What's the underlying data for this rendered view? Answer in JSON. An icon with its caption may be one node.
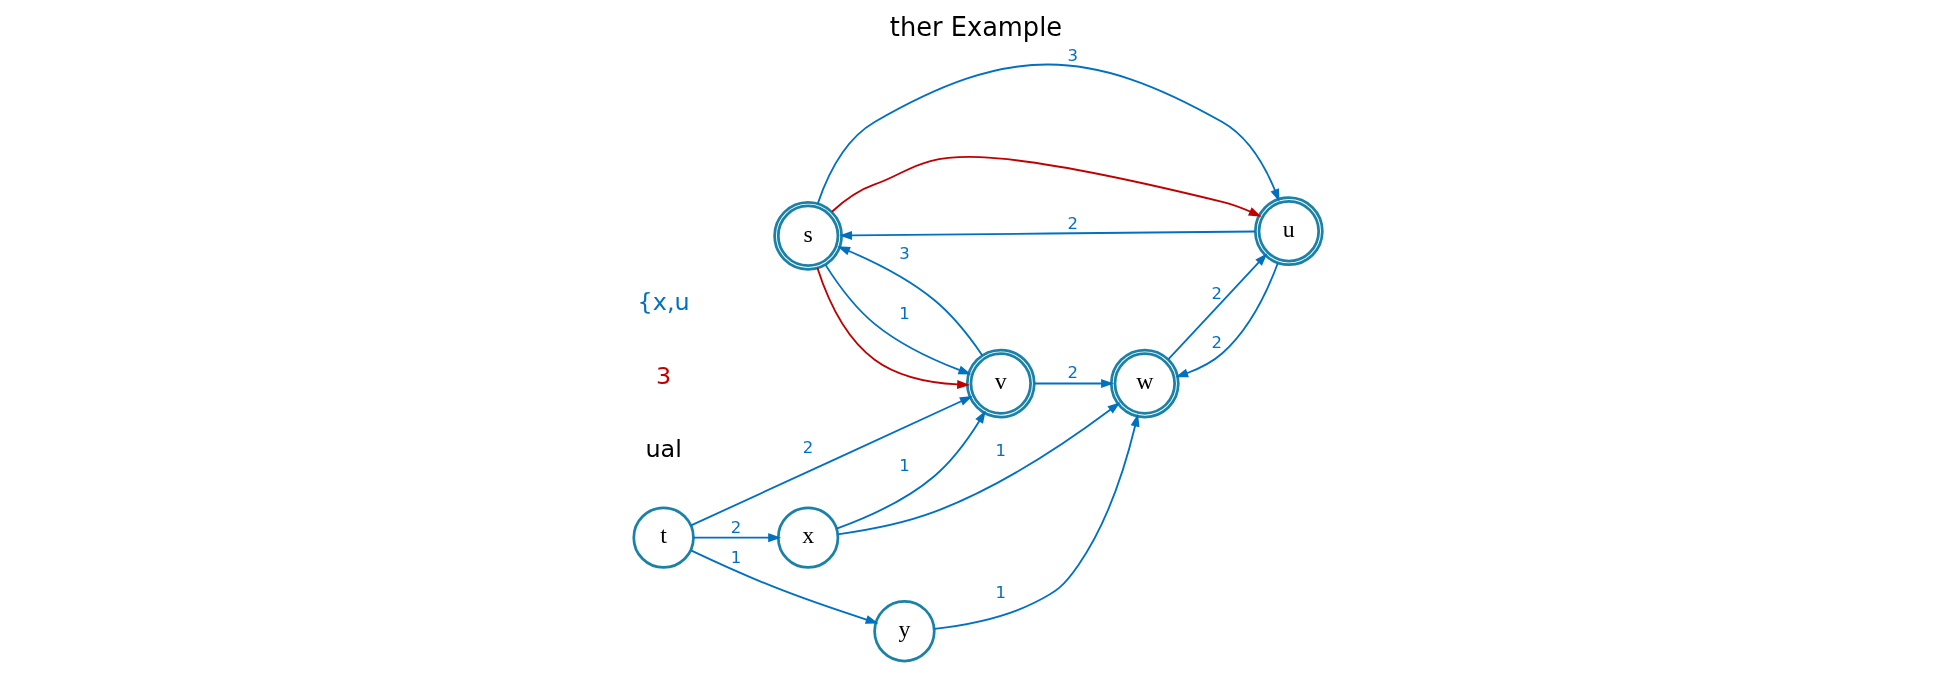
{
  "diagram": {
    "title": "ther Example",
    "nodes": [
      {
        "text": [
          "s"
        ]
      },
      {
        "text": [
          "v"
        ]
      },
      {
        "text": [
          "u"
        ]
      },
      {
        "text": [
          "w"
        ]
      },
      {
        "text": [
          "x"
        ]
      },
      {
        "text": [
          "t"
        ]
      },
      {
        "text": [
          "y"
        ]
      }
    ],
    "edges": [
      {
        "from": 0,
        "to": 1,
        "arrow": "to",
        "label": "1"
      },
      {
        "from": 0,
        "to": 1,
        "arrow": "to",
        "color": "#c00000"
      },
      {
        "from": 1,
        "to": 0,
        "arrow": "to",
        "label": "3"
      },
      {
        "from": 0,
        "to": 2,
        "arrow": "to",
        "label": "3"
      },
      {
        "from": 0,
        "to": 2,
        "arrow": "to",
        "color": "#c00000"
      },
      {
        "from": 2,
        "to": 0,
        "arrow": "to",
        "label": "2"
      },
      {
        "from": 2,
        "to": 3,
        "arrow": "to",
        "label": "2"
      },
      {
        "from": 3,
        "to": 2,
        "arrow": "to",
        "label": "2"
      },
      {
        "from": 1,
        "to": 3,
        "arrow": "to",
        "label": "2"
      },
      {
        "from": 4,
        "to": 1,
        "arrow": "to",
        "label": "1"
      },
      {
        "from": 5,
        "to": 1,
        "arrow": "to",
        "label": "2"
      },
      {
        "from": 5,
        "to": 4,
        "arrow": "to",
        "label": "2"
      },
      {
        "from": 4,
        "to": 3,
        "arrow": "to",
        "label": "1"
      },
      {
        "from": 5,
        "to": 6,
        "arrow": "to",
        "label": "1"
      },
      {
        "from": 6,
        "to": 3,
        "arrow": "to",
        "label": "1"
      }
    ],
    "labels": [
      "ual",
      "3",
      "{x,u"
    ]
  }
}
